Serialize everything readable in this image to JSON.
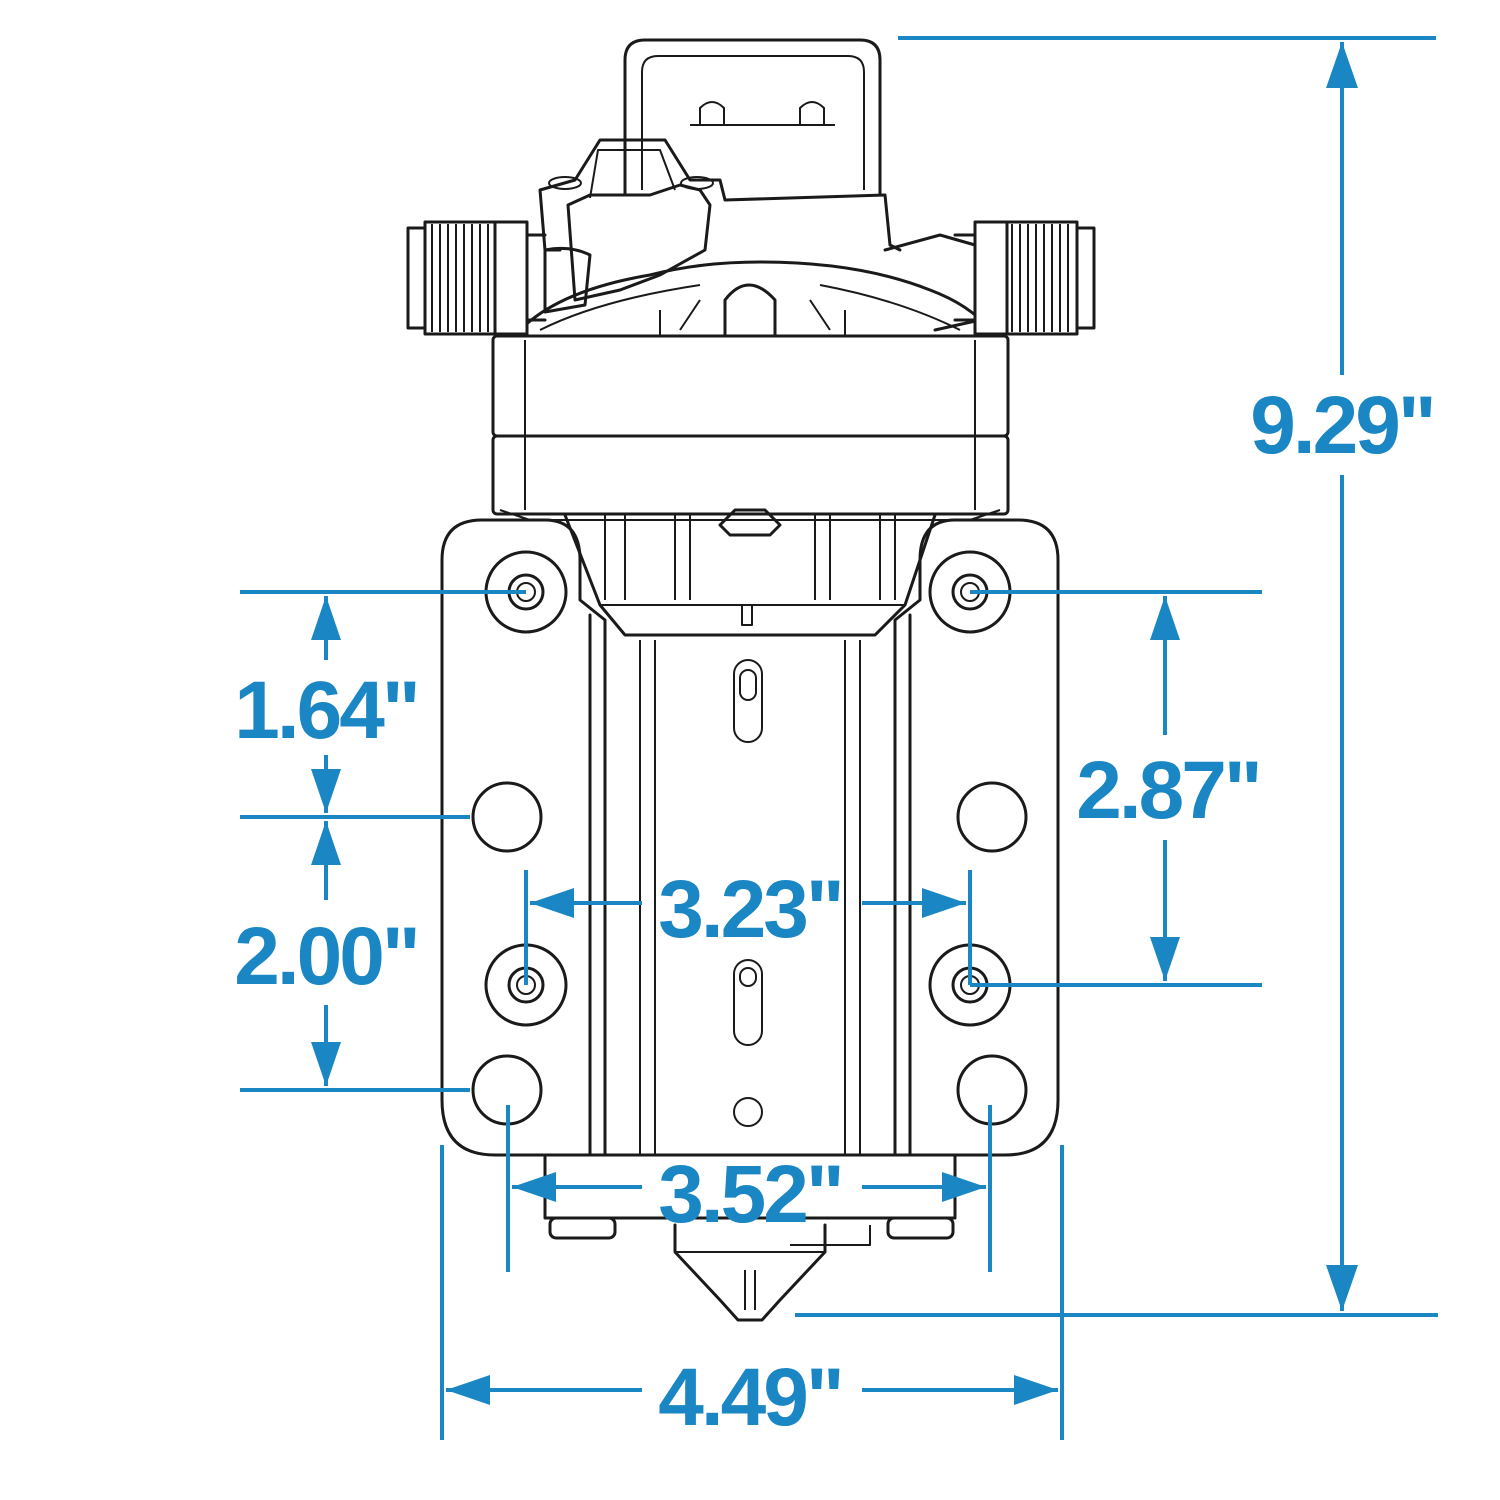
{
  "figure": {
    "dimensions": {
      "overall_height": "9.29\"",
      "overall_width": "4.49\"",
      "mount_spacing_top": "1.64\"",
      "mount_spacing_bottom": "2.00\"",
      "screw_hole_vertical": "2.87\"",
      "screw_hole_horizontal": "3.23\"",
      "mount_hole_horizontal": "3.52\""
    },
    "colors": {
      "dimension": "#1a87c4",
      "outline": "#1a1a1a",
      "background": "#ffffff"
    }
  }
}
